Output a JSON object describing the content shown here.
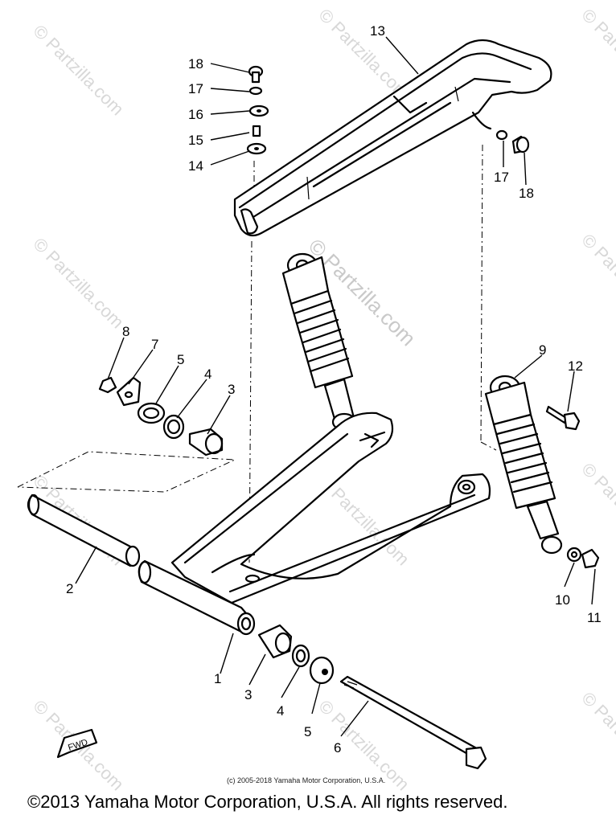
{
  "watermark": {
    "text": "© Partzilla.com",
    "center_text": "© Partzilla.com"
  },
  "callouts": {
    "c18a": "18",
    "c17a": "17",
    "c16": "16",
    "c15": "15",
    "c14": "14",
    "c13": "13",
    "c17b": "17",
    "c18b": "18",
    "c8": "8",
    "c7": "7",
    "c5a": "5",
    "c4a": "4",
    "c3a": "3",
    "c9": "9",
    "c12": "12",
    "c2": "2",
    "c1": "1",
    "c3b": "3",
    "c4b": "4",
    "c5b": "5",
    "c6": "6",
    "c10": "10",
    "c11": "11"
  },
  "fwd_label": "FWD",
  "footer": {
    "small": "(c) 2005-2018 Yamaha Motor Corporation, U.S.A.",
    "main": "©2013 Yamaha Motor Corporation, U.S.A. All rights reserved."
  }
}
